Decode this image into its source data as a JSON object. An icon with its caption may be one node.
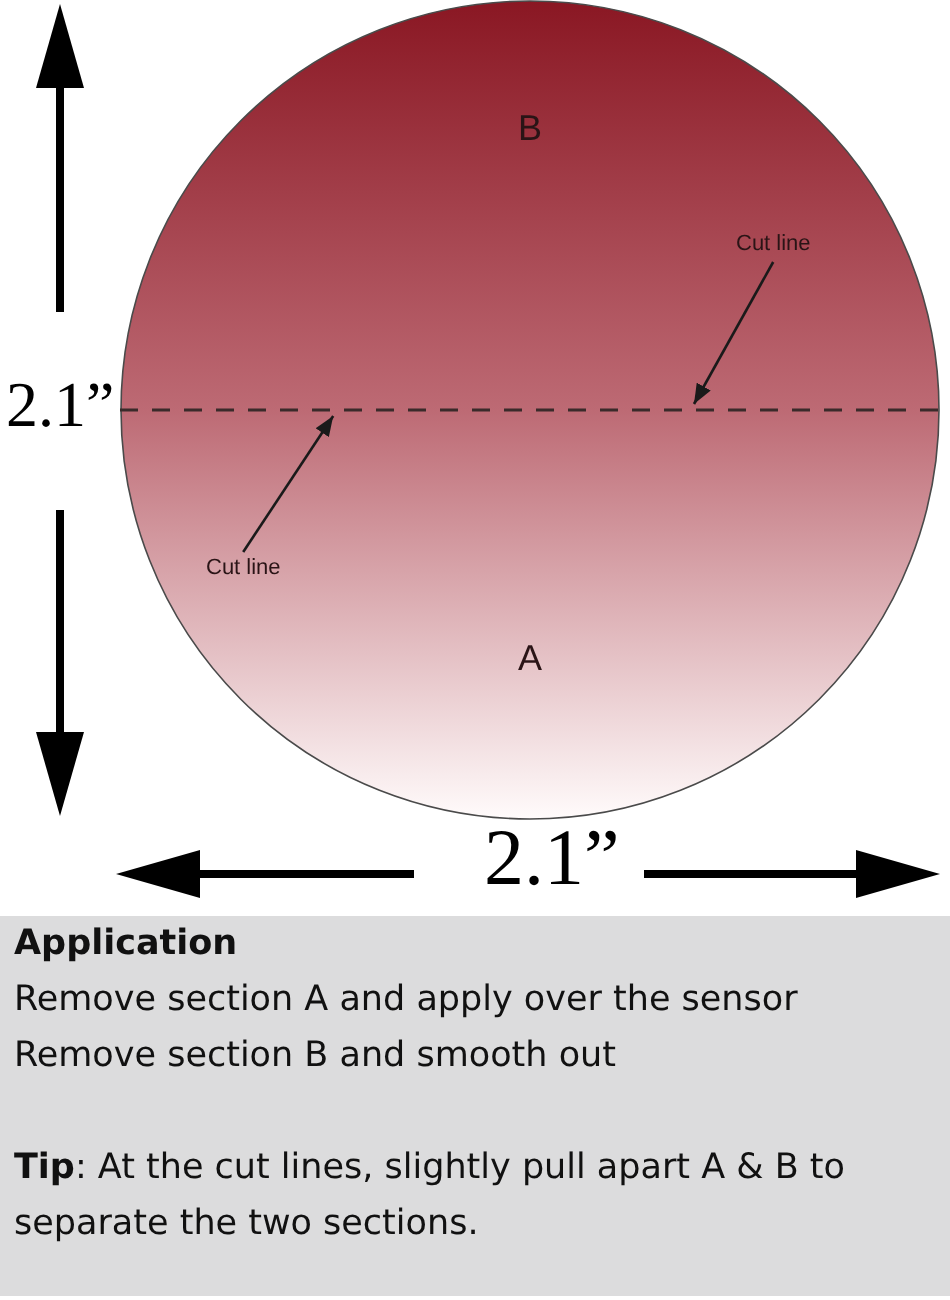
{
  "diagram": {
    "nodes": [
      {
        "text": [
          "B",
          "A"
        ]
      },
      {
        "text": [
          "Cut line"
        ],
        "in": 0
      },
      {
        "text": [],
        "shape": "line",
        "in": 0
      },
      {
        "text": [
          "Cut line"
        ],
        "in": 0
      },
      {
        "text": [
          "Application",
          "Remove section A and apply over the sensor",
          "Remove section B and smooth out",
          "**Tip**: At the cut lines, slightly pull apart A & B to separate the two sections."
        ]
      }
    ],
    "edges": [
      {
        "from": 1,
        "to": 2,
        "arrow": "to"
      },
      {
        "from": 3,
        "to": 2,
        "arrow": "to"
      }
    ],
    "labels": [
      "2.1”",
      "2.1”"
    ]
  }
}
